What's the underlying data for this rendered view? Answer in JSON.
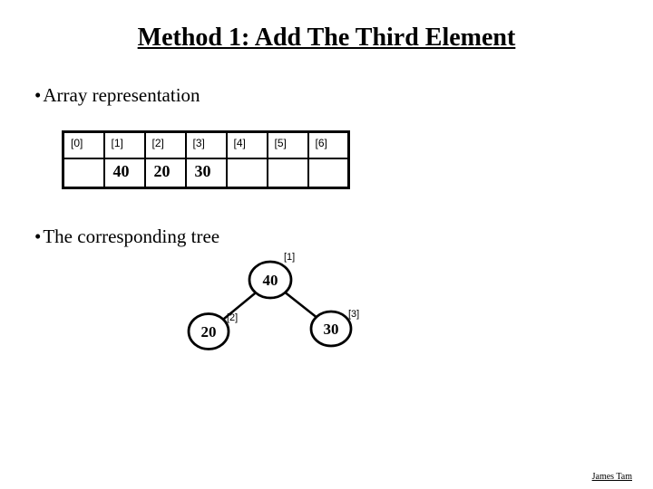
{
  "slide": {
    "title": "Method 1: Add The Third Element",
    "bullet_glyph": "•",
    "bullets": [
      "Array representation",
      "The corresponding tree"
    ],
    "footer": "James Tam"
  },
  "array_table": {
    "indices": [
      "[0]",
      "[1]",
      "[2]",
      "[3]",
      "[4]",
      "[5]",
      "[6]"
    ],
    "values": [
      "",
      "40",
      "20",
      "30",
      "",
      "",
      ""
    ]
  },
  "tree": {
    "nodes": [
      {
        "value": "40",
        "index_label": "[1]"
      },
      {
        "value": "20",
        "index_label": "[2]"
      },
      {
        "value": "30",
        "index_label": "[3]"
      }
    ]
  },
  "colors": {
    "text": "#000000",
    "background": "#ffffff",
    "stroke": "#000000"
  }
}
